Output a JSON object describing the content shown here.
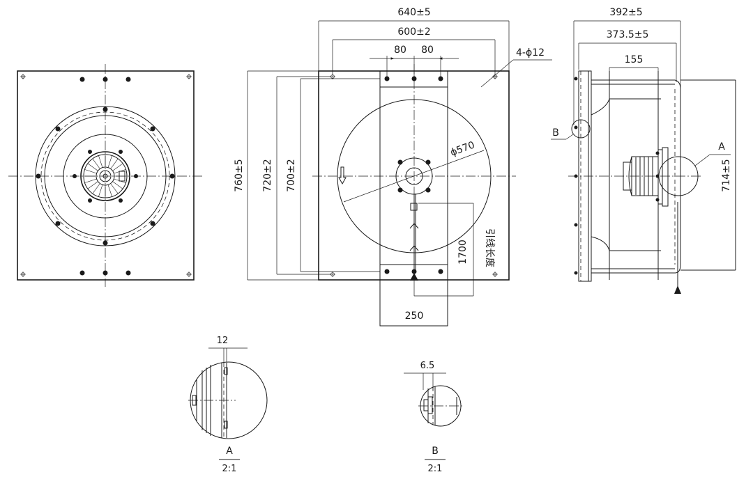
{
  "dimensions": {
    "overall_width": "640±5",
    "hole_spacing_width": "600±2",
    "bolt_spacing_left": "80",
    "bolt_spacing_right": "80",
    "mount_holes": "4-ϕ12",
    "impeller_diameter": "ϕ570",
    "overall_height": "760±5",
    "height_720": "720±2",
    "height_700": "700±2",
    "cable_length_value": "1700",
    "cable_length_label": "引线长度",
    "bracket_width": "250",
    "side_depth": "392±5",
    "side_depth_inner": "373.5±5",
    "motor_depth": "155",
    "side_height": "714±5",
    "detail_a_dim": "12",
    "detail_b_dim": "6.5"
  },
  "labels": {
    "callout_a": "A",
    "callout_b": "B",
    "detail_a_title": "A",
    "detail_a_scale": "2:1",
    "detail_b_title": "B",
    "detail_b_scale": "2:1"
  }
}
